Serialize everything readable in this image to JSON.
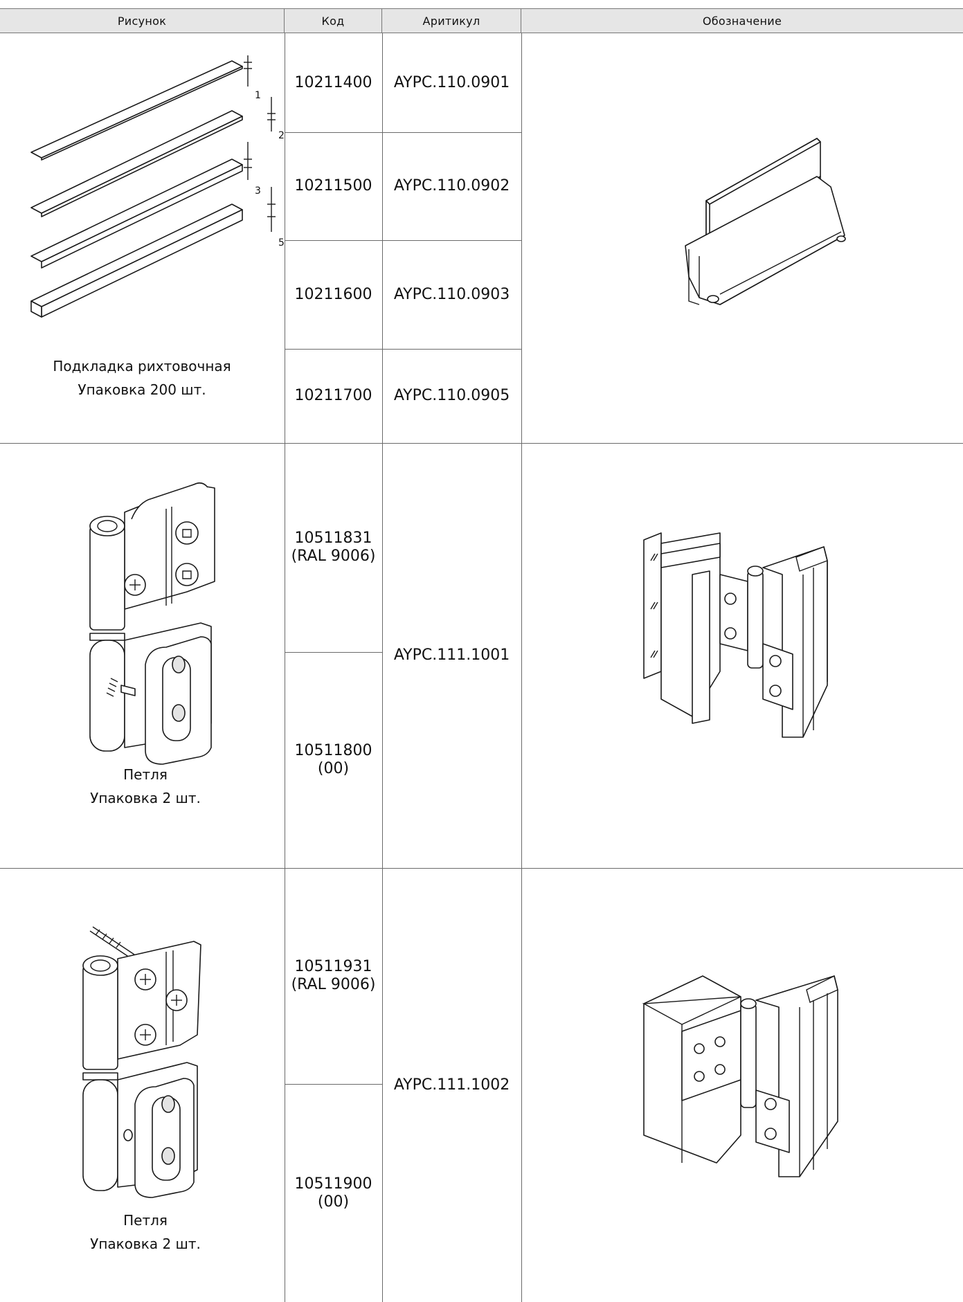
{
  "headers": {
    "image": "Рисунок",
    "code": "Код",
    "article": "Аритикул",
    "designation": "Обозначение"
  },
  "rows": [
    {
      "caption_title": "Подкладка рихтовочная",
      "caption_pack": "Упаковка 200 шт.",
      "dims": [
        "1",
        "2",
        "3",
        "5"
      ],
      "items": [
        {
          "code": "10211400",
          "article": "AYPC.110.0901"
        },
        {
          "code": "10211500",
          "article": "AYPC.110.0902"
        },
        {
          "code": "10211600",
          "article": "AYPC.110.0903"
        },
        {
          "code": "10211700",
          "article": "AYPC.110.0905"
        }
      ]
    },
    {
      "caption_title": "Петля",
      "caption_pack": "Упаковка 2 шт.",
      "article": "AYPC.111.1001",
      "codes": [
        "10511831\n(RAL 9006)",
        "10511800\n(00)"
      ]
    },
    {
      "caption_title": "Петля",
      "caption_pack": "Упаковка 2 шт.",
      "article": "AYPC.111.1002",
      "codes": [
        "10511931\n(RAL 9006)",
        "10511900\n(00)"
      ]
    }
  ]
}
